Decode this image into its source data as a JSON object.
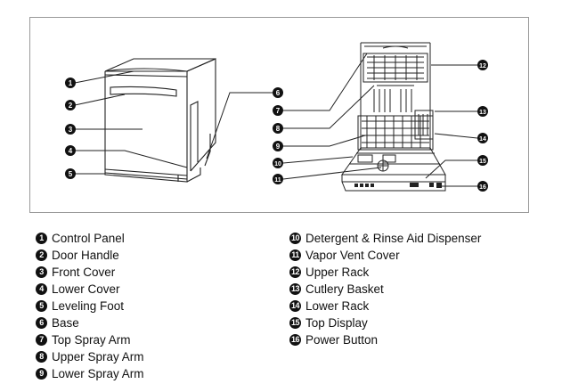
{
  "callouts": [
    {
      "num": "1",
      "label": "Control Panel"
    },
    {
      "num": "2",
      "label": "Door Handle"
    },
    {
      "num": "3",
      "label": "Front Cover"
    },
    {
      "num": "4",
      "label": "Lower Cover"
    },
    {
      "num": "5",
      "label": "Leveling Foot"
    },
    {
      "num": "6",
      "label": "Base"
    },
    {
      "num": "7",
      "label": "Top Spray Arm"
    },
    {
      "num": "8",
      "label": "Upper Spray Arm"
    },
    {
      "num": "9",
      "label": "Lower Spray Arm"
    },
    {
      "num": "10",
      "label": "Detergent & Rinse Aid Dispenser"
    },
    {
      "num": "11",
      "label": "Vapor Vent Cover"
    },
    {
      "num": "12",
      "label": "Upper Rack"
    },
    {
      "num": "13",
      "label": "Cutlery Basket"
    },
    {
      "num": "14",
      "label": "Lower Rack"
    },
    {
      "num": "15",
      "label": "Top Display"
    },
    {
      "num": "16",
      "label": "Power Button"
    }
  ],
  "colors": {
    "line": "#222222",
    "frame": "#9a9a9a",
    "badge": "#111111"
  }
}
